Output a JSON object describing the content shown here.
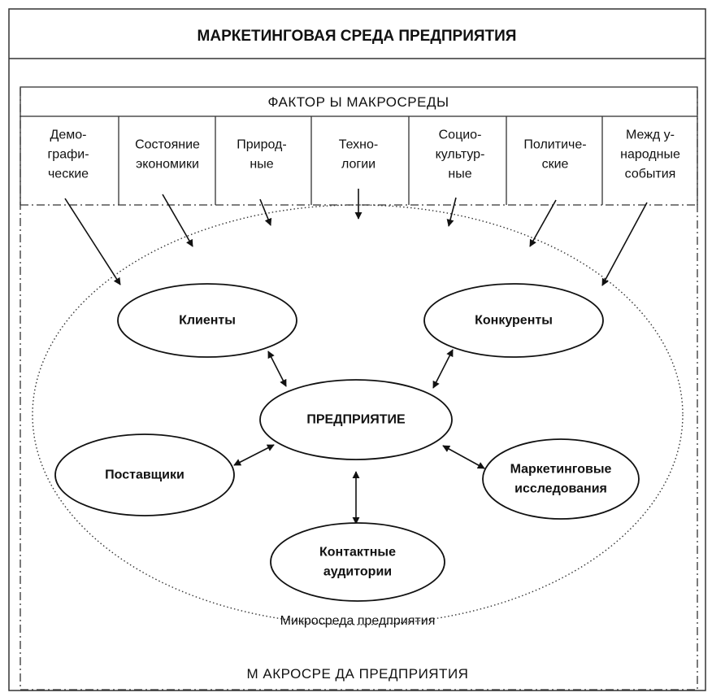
{
  "title": "МАРКЕТИНГОВАЯ СРЕДА ПРЕДПРИЯТИЯ",
  "factors_header": "ФАКТОР Ы МАКРОСРЕДЫ",
  "factors": [
    {
      "lines": [
        "Демо-",
        "графи-",
        "ческие"
      ]
    },
    {
      "lines": [
        "Состояние",
        "экономики"
      ]
    },
    {
      "lines": [
        "Природ-",
        "ные"
      ]
    },
    {
      "lines": [
        "Техно-",
        "логии"
      ]
    },
    {
      "lines": [
        "Социо-",
        "культур-",
        "ные"
      ]
    },
    {
      "lines": [
        "Политиче-",
        "ские"
      ]
    },
    {
      "lines": [
        "Межд у-",
        "народные",
        "события"
      ]
    }
  ],
  "nodes": {
    "center": {
      "lines": [
        "ПРЕДПРИЯТИЕ"
      ]
    },
    "clients": {
      "lines": [
        "Клиенты"
      ]
    },
    "competitors": {
      "lines": [
        "Конкуренты"
      ]
    },
    "suppliers": {
      "lines": [
        "Поставщики"
      ]
    },
    "research": {
      "lines": [
        "Маркетинговые",
        "исследования"
      ]
    },
    "audiences": {
      "lines": [
        "Контактные",
        "аудитории"
      ]
    }
  },
  "micro_label": "Микросреда предприятия",
  "macro_label": "М АКРОСРЕ ДА ПРЕДПРИЯТИЯ"
}
